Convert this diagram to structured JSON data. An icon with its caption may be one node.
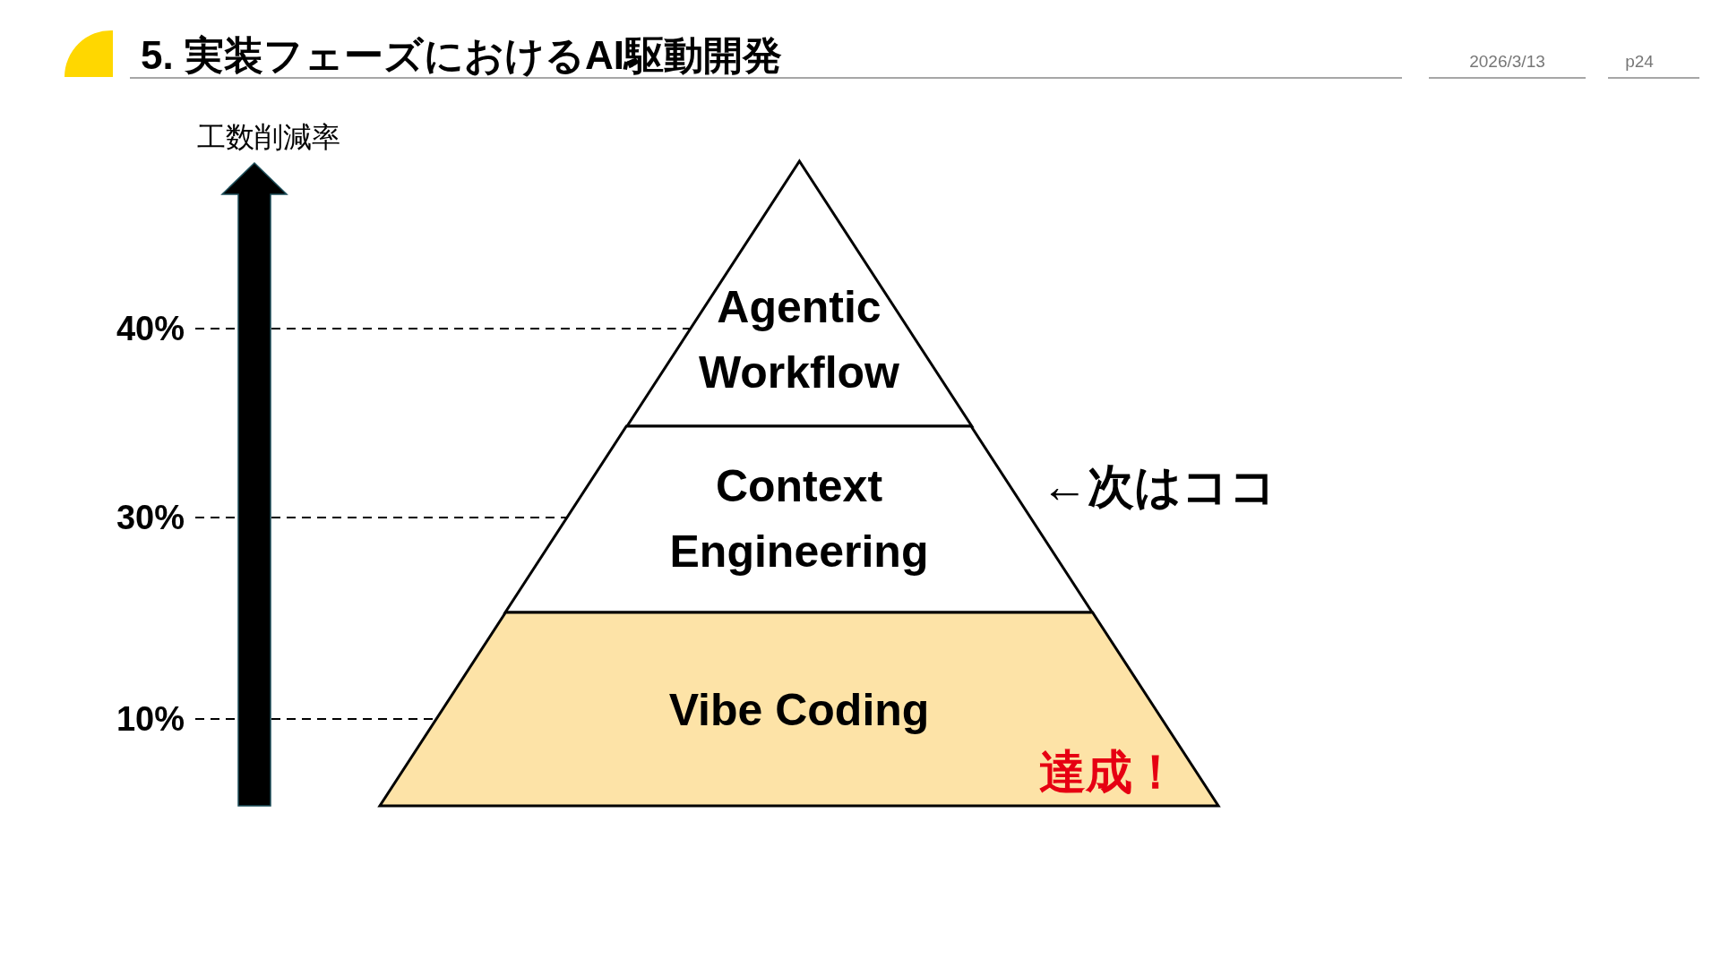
{
  "diagram": {
    "title": "5. 実装フェーズにおけるAI駆動開発",
    "nodes": [
      {
        "text": [
          "Agentic Workflow"
        ]
      },
      {
        "text": [
          "Context Engineering"
        ],
        "beside": [
          "←次はココ"
        ]
      },
      {
        "text": [
          "Vibe Coding",
          "達成！"
        ]
      },
      {
        "text": [
          "40%"
        ]
      },
      {
        "text": [
          "30%"
        ]
      },
      {
        "text": [
          "10%"
        ]
      }
    ],
    "edges": [
      {
        "from": 3,
        "to": 0,
        "arrow": "none",
        "style": "dashed"
      },
      {
        "from": 4,
        "to": 1,
        "arrow": "none",
        "style": "dashed"
      },
      {
        "from": 5,
        "to": 2,
        "arrow": "none",
        "style": "dashed"
      }
    ],
    "labels": [
      "2026/3/13",
      "p24",
      "工数削減率"
    ]
  }
}
